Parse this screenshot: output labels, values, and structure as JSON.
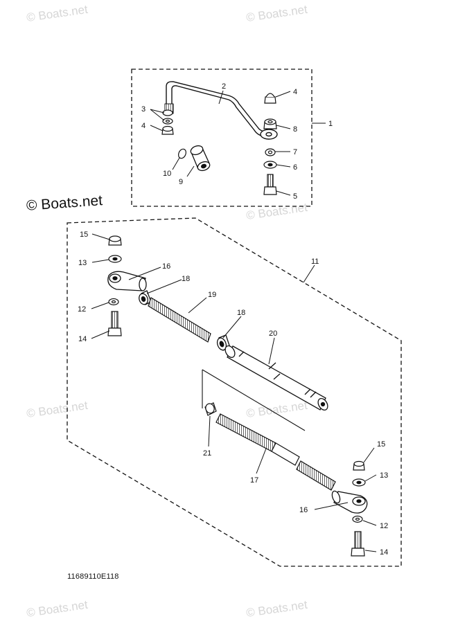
{
  "watermarks": {
    "main": "© Boats.net",
    "faint": "© Boats.net"
  },
  "drawing_code": "11689110E118",
  "callouts": {
    "c1": "1",
    "c2": "2",
    "c3": "3",
    "c4a": "4",
    "c4b": "4",
    "c5": "5",
    "c6": "6",
    "c7": "7",
    "c8": "8",
    "c9": "9",
    "c10": "10",
    "c11": "11",
    "c12a": "12",
    "c12b": "12",
    "c13a": "13",
    "c13b": "13",
    "c14a": "14",
    "c14b": "14",
    "c15a": "15",
    "c15b": "15",
    "c16a": "16",
    "c16b": "16",
    "c17": "17",
    "c18a": "18",
    "c18b": "18",
    "c19": "19",
    "c20": "20",
    "c21": "21"
  }
}
